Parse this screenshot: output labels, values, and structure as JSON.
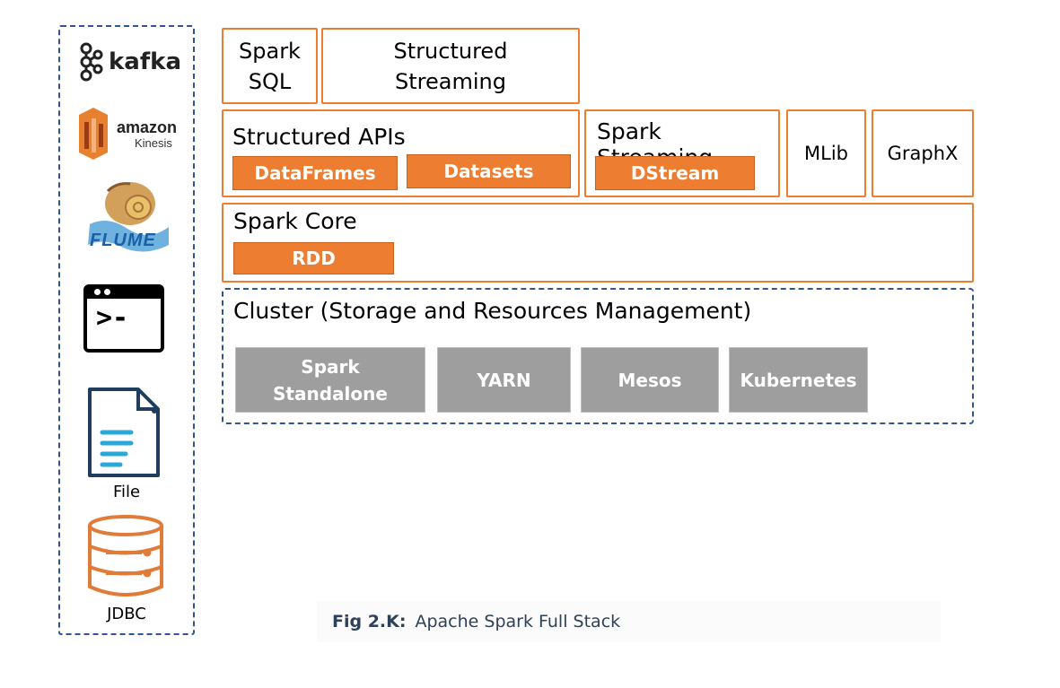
{
  "sources": {
    "kafka_label": "kafka",
    "kinesis_amazon": "amazon",
    "kinesis_label": "Kinesis",
    "flume_label": "FLUME",
    "terminal_prompt": ">-",
    "file_label": "File",
    "jdbc_label": "JDBC"
  },
  "top": {
    "spark_sql": "Spark SQL",
    "structured_streaming": "Structured Streaming"
  },
  "apis": {
    "title": "Structured APIs",
    "dataframes": "DataFrames",
    "datasets": "Datasets"
  },
  "streaming": {
    "title": "Spark Streaming",
    "dstream": "DStream"
  },
  "mlib": "MLib",
  "graphx": "GraphX",
  "core": {
    "title": "Spark Core",
    "rdd": "RDD"
  },
  "cluster": {
    "title": "Cluster (Storage and Resources Management)",
    "items": [
      "Spark Standalone",
      "YARN",
      "Mesos",
      "Kubernetes"
    ]
  },
  "caption": {
    "label": "Fig 2.K:",
    "text": "Apache Spark Full Stack"
  },
  "colors": {
    "orange": "#ed7d31",
    "blue_dashed": "#2f5597",
    "gray": "#9e9e9e"
  }
}
